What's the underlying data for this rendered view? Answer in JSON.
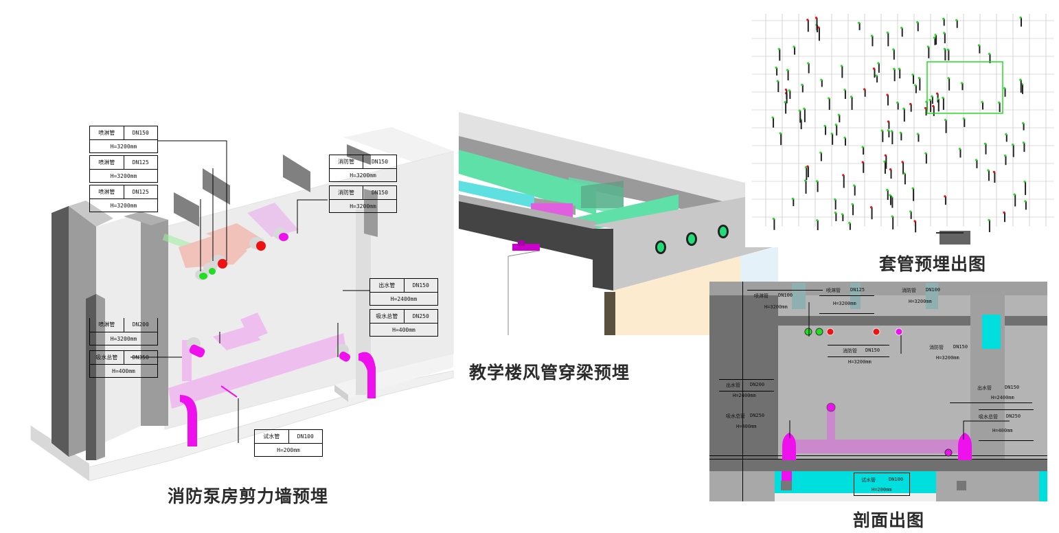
{
  "captions": {
    "pump_room": "消防泵房剪力墙预埋",
    "duct_beam": "教学楼风管穿梁预埋",
    "sleeve_plan": "套管预埋出图",
    "section": "剖面出图"
  },
  "pump_room_tags": [
    {
      "name": "喷淋管",
      "size": "DN150",
      "elev": "H=3200mm"
    },
    {
      "name": "喷淋管",
      "size": "DN125",
      "elev": "H=3200mm"
    },
    {
      "name": "喷淋管",
      "size": "DN125",
      "elev": "H=3200mm"
    },
    {
      "name": "消防管",
      "size": "DN150",
      "elev": "H=3200mm"
    },
    {
      "name": "消防管",
      "size": "DN150",
      "elev": "H=3200mm"
    },
    {
      "name": "出水管",
      "size": "DN150",
      "elev": "H=2400mm"
    },
    {
      "name": "吸水总管",
      "size": "DN250",
      "elev": "H=400mm"
    },
    {
      "name": "喷淋管",
      "size": "DN200",
      "elev": "H=3200mm"
    },
    {
      "name": "吸水总管",
      "size": "DN350",
      "elev": "H=400mm"
    },
    {
      "name": "试水管",
      "size": "DN100",
      "elev": "H=200mm"
    }
  ],
  "section_tags": [
    {
      "name": "喷淋管",
      "size": "DN100",
      "elev": "H=3200mm"
    },
    {
      "name": "喷淋管",
      "size": "DN125",
      "elev": "H=3200mm"
    },
    {
      "name": "消防管",
      "size": "DN100",
      "elev": "H=3200mm"
    },
    {
      "name": "消防管",
      "size": "DN150",
      "elev": "H=3200mm"
    },
    {
      "name": "消防管",
      "size": "DN150",
      "elev": "H=3200mm"
    },
    {
      "name": "出水管",
      "size": "DN200",
      "elev": "H=2400mm"
    },
    {
      "name": "吸水总管",
      "size": "DN250",
      "elev": "H=400mm"
    },
    {
      "name": "出水管",
      "size": "DN150",
      "elev": "H=2400mm"
    },
    {
      "name": "吸水总管",
      "size": "DN250",
      "elev": "H=400mm"
    },
    {
      "name": "试水管",
      "size": "DN100",
      "elev": "H=200mm"
    }
  ],
  "colors": {
    "sprinkler_pipe": "#22dd22",
    "fire_pipe": "#ee1111",
    "drain_pipe": "#ee11ee",
    "duct": "#5fe0a8",
    "water_tank": "#00dede",
    "concrete_dark": "#4a4a4a",
    "concrete_light": "#c8c8c8"
  }
}
